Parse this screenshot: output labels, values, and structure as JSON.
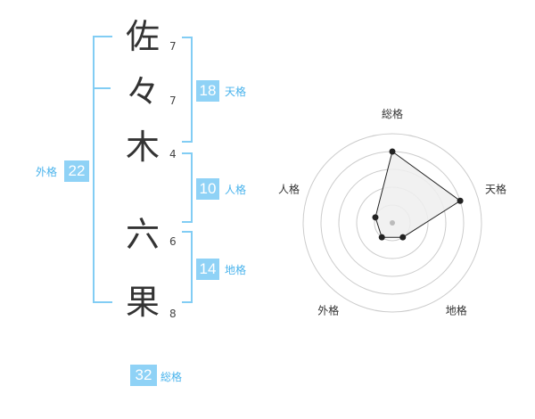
{
  "name": {
    "chars": [
      {
        "char": "佐",
        "strokes": "7"
      },
      {
        "char": "々",
        "strokes": "7"
      },
      {
        "char": "木",
        "strokes": "4"
      },
      {
        "char": "六",
        "strokes": "6"
      },
      {
        "char": "果",
        "strokes": "8"
      }
    ]
  },
  "fortune": {
    "tenkaku": {
      "value": "18",
      "label": "天格"
    },
    "jinkaku": {
      "value": "10",
      "label": "人格"
    },
    "chikaku": {
      "value": "14",
      "label": "地格"
    },
    "gaikaku": {
      "value": "22",
      "label": "外格"
    },
    "soukaku": {
      "value": "32",
      "label": "総格"
    }
  },
  "chart_data": {
    "type": "radar",
    "axes": [
      "総格",
      "天格",
      "地格",
      "外格",
      "人格"
    ],
    "values": [
      4,
      4,
      1,
      1,
      1
    ],
    "rmax": 5,
    "rings": 5,
    "colors": {
      "ring": "#cccccc",
      "fill": "#eeeeee",
      "line": "#222222",
      "center": "#bbbbbb"
    }
  }
}
